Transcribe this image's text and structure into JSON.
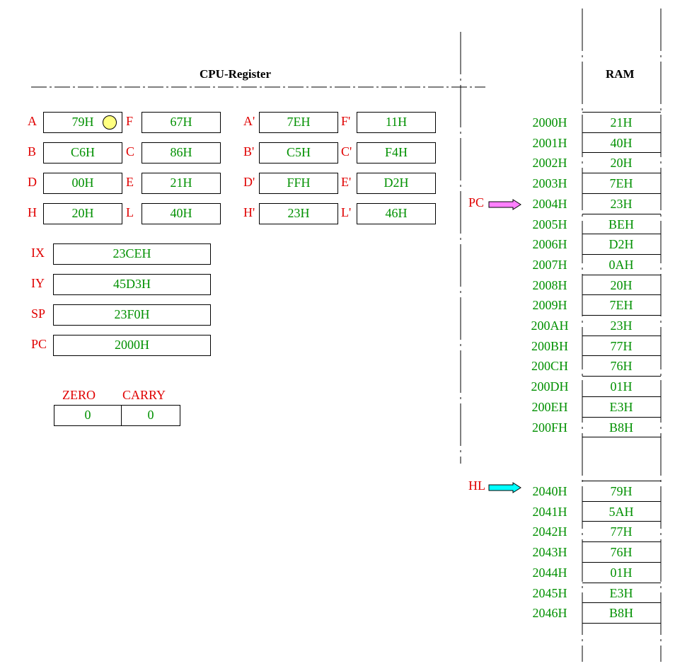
{
  "cpu_title": "CPU-Register",
  "ram_title": "RAM",
  "registers": [
    {
      "id": "A",
      "name": "A",
      "value": "79H"
    },
    {
      "id": "F",
      "name": "F",
      "value": "67H"
    },
    {
      "id": "A2",
      "name": "A'",
      "value": "7EH"
    },
    {
      "id": "F2",
      "name": "F'",
      "value": "11H"
    },
    {
      "id": "B",
      "name": "B",
      "value": "C6H"
    },
    {
      "id": "C",
      "name": "C",
      "value": "86H"
    },
    {
      "id": "B2",
      "name": "B'",
      "value": "C5H"
    },
    {
      "id": "C2",
      "name": "C'",
      "value": "F4H"
    },
    {
      "id": "D",
      "name": "D",
      "value": "00H"
    },
    {
      "id": "E",
      "name": "E",
      "value": "21H"
    },
    {
      "id": "D2",
      "name": "D'",
      "value": "FFH"
    },
    {
      "id": "E2",
      "name": "E'",
      "value": "D2H"
    },
    {
      "id": "H",
      "name": "H",
      "value": "20H"
    },
    {
      "id": "L",
      "name": "L",
      "value": "40H"
    },
    {
      "id": "H2",
      "name": "H'",
      "value": "23H"
    },
    {
      "id": "L2",
      "name": "L'",
      "value": "46H"
    }
  ],
  "wide_registers": [
    {
      "id": "IX",
      "name": "IX",
      "value": "23CEH"
    },
    {
      "id": "IY",
      "name": "IY",
      "value": "45D3H"
    },
    {
      "id": "SP",
      "name": "SP",
      "value": "23F0H"
    },
    {
      "id": "PC",
      "name": "PC",
      "value": "2000H"
    }
  ],
  "flags": [
    {
      "name": "ZERO",
      "value": "0"
    },
    {
      "name": "CARRY",
      "value": "0"
    }
  ],
  "pointers": {
    "pc": "PC",
    "hl": "HL"
  },
  "ram_block1": [
    {
      "addr": "2000H",
      "value": "21H"
    },
    {
      "addr": "2001H",
      "value": "40H"
    },
    {
      "addr": "2002H",
      "value": "20H"
    },
    {
      "addr": "2003H",
      "value": "7EH"
    },
    {
      "addr": "2004H",
      "value": "23H"
    },
    {
      "addr": "2005H",
      "value": "BEH"
    },
    {
      "addr": "2006H",
      "value": "D2H"
    },
    {
      "addr": "2007H",
      "value": "0AH"
    },
    {
      "addr": "2008H",
      "value": "20H"
    },
    {
      "addr": "2009H",
      "value": "7EH"
    },
    {
      "addr": "200AH",
      "value": "23H"
    },
    {
      "addr": "200BH",
      "value": "77H"
    },
    {
      "addr": "200CH",
      "value": "76H"
    },
    {
      "addr": "200DH",
      "value": "01H"
    },
    {
      "addr": "200EH",
      "value": "E3H"
    },
    {
      "addr": "200FH",
      "value": "B8H"
    }
  ],
  "ram_block2": [
    {
      "addr": "2040H",
      "value": "79H"
    },
    {
      "addr": "2041H",
      "value": "5AH"
    },
    {
      "addr": "2042H",
      "value": "77H"
    },
    {
      "addr": "2043H",
      "value": "76H"
    },
    {
      "addr": "2044H",
      "value": "01H"
    },
    {
      "addr": "2045H",
      "value": "E3H"
    },
    {
      "addr": "2046H",
      "value": "B8H"
    }
  ],
  "colors": {
    "label": "#e00000",
    "value": "#009000",
    "pc_arrow": "#ff80ff",
    "hl_arrow": "#00ffff",
    "marker": "#ffff80"
  }
}
